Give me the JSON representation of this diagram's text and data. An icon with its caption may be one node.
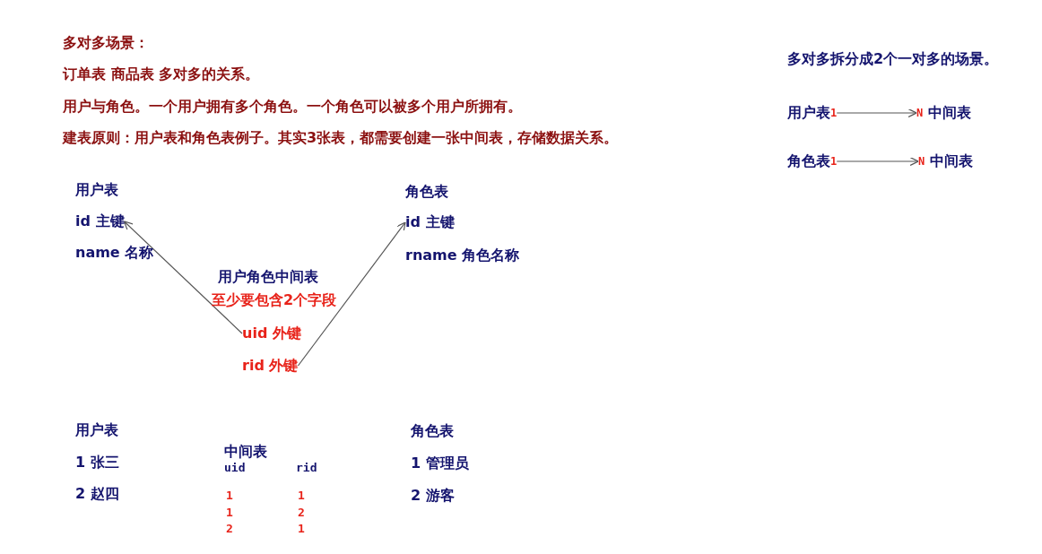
{
  "diagram": {
    "nodes": [
      {
        "text": [
          "id 主键"
        ]
      },
      {
        "text": [
          "id 主键"
        ]
      },
      {
        "text": [
          "uid 外键"
        ]
      },
      {
        "text": [
          "rid 外键"
        ]
      },
      {
        "text": [
          "用户表"
        ],
        "beside": [
          "1"
        ]
      },
      {
        "text": [
          "中间表"
        ],
        "beside": [
          "N"
        ]
      },
      {
        "text": [
          "角色表"
        ],
        "beside": [
          "1"
        ]
      },
      {
        "text": [
          "中间表"
        ],
        "beside": [
          "N"
        ]
      }
    ],
    "edges": [
      {
        "from": 2,
        "to": 0,
        "arrow": "to"
      },
      {
        "from": 3,
        "to": 1,
        "arrow": "to"
      },
      {
        "from": 4,
        "to": 5,
        "arrow": "to"
      },
      {
        "from": 6,
        "to": 7,
        "arrow": "to"
      }
    ],
    "labels": [
      "多对多场景：",
      "订单表 商品表 多对多的关系。",
      "用户与角色。一个用户拥有多个角色。一个角色可以被多个用户所拥有。",
      "建表原则：用户表和角色表例子。其实3张表，都需要创建一张中间表，存储数据关系。",
      "多对多拆分成2个一对多的场景。",
      "用户表",
      "name 名称",
      "角色表",
      "rname 角色名称",
      "用户角色中间表",
      "至少要包含2个字段",
      "用户表",
      "角色表",
      "1 张三",
      "中间表",
      "uid",
      "rid",
      "1 管理员",
      "2 赵四",
      "2 游客",
      "1",
      "1",
      "1",
      "2",
      "2",
      "1"
    ]
  }
}
